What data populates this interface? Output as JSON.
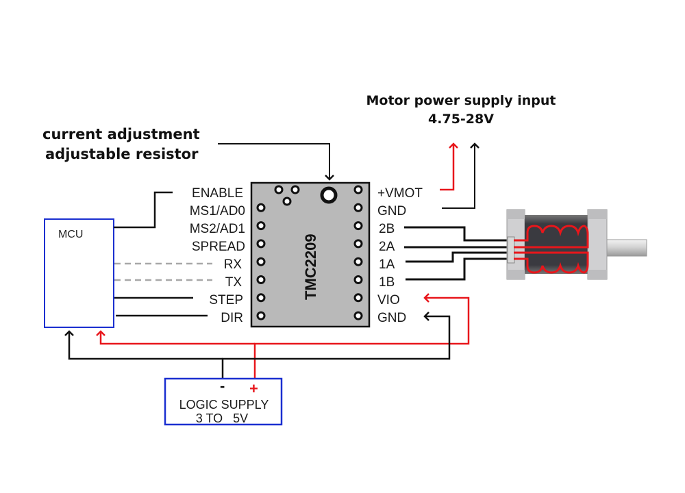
{
  "annotations": {
    "motor_supply_line1": "Motor power supply input",
    "motor_supply_line2": "4.75-28V",
    "current_adj_line1": "current adjustment",
    "current_adj_line2": "adjustable resistor"
  },
  "mcu": {
    "label": "MCU"
  },
  "driver": {
    "chip_label": "TMC2209",
    "left_pins": [
      "ENABLE",
      "MS1/AD0",
      "MS2/AD1",
      "SPREAD",
      "RX",
      "TX",
      "STEP",
      "DIR"
    ],
    "right_pins": [
      "+VMOT",
      "GND",
      "2B",
      "2A",
      "1A",
      "1B",
      "VIO",
      "GND"
    ]
  },
  "logic_supply": {
    "line1": "LOGIC SUPPLY",
    "line2": "3 TO   5V",
    "minus": "-",
    "plus": "+"
  },
  "colors": {
    "positive": "#e8161b",
    "ground": "#111111",
    "box_border": "#1a2fd0",
    "board_fill": "#b9b9b9",
    "dashed": "#a8a8a8"
  }
}
